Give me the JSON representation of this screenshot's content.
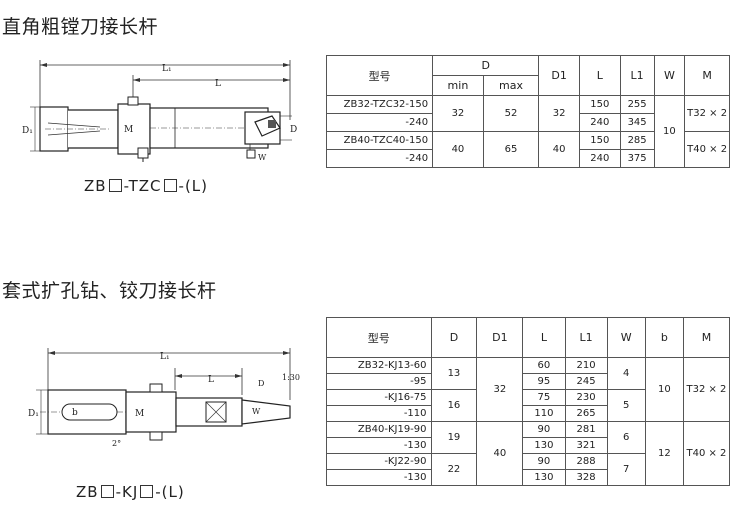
{
  "section1": {
    "heading": "直角粗镗刀接长杆",
    "caption_prefix": "ZB",
    "caption_mid": "-TZC",
    "caption_suffix": "-(L)",
    "drawing_labels": {
      "L1": "L₁",
      "L": "L",
      "D1": "D₁",
      "M": "M",
      "D": "D",
      "W": "W"
    },
    "table": {
      "headers": {
        "model": "型号",
        "D": "D",
        "D_min": "min",
        "D_max": "max",
        "D1": "D1",
        "L": "L",
        "L1": "L1",
        "W": "W",
        "M": "M"
      },
      "groups": [
        {
          "D_min": "32",
          "D_max": "52",
          "D1": "32",
          "M": "T32 × 2",
          "rows": [
            {
              "model": "ZB32-TZC32-150",
              "L": "150",
              "L1": "255"
            },
            {
              "model": "-240",
              "L": "240",
              "L1": "345"
            }
          ]
        },
        {
          "D_min": "40",
          "D_max": "65",
          "D1": "40",
          "M": "T40 × 2",
          "rows": [
            {
              "model": "ZB40-TZC40-150",
              "L": "150",
              "L1": "285"
            },
            {
              "model": "-240",
              "L": "240",
              "L1": "375"
            }
          ]
        }
      ],
      "W": "10"
    }
  },
  "section2": {
    "heading": "套式扩孔钻、铰刀接长杆",
    "caption_prefix": "ZB",
    "caption_mid": "-KJ",
    "caption_suffix": "-(L)",
    "drawing_labels": {
      "L1": "L₁",
      "L": "L",
      "D1": "D₁",
      "b": "b",
      "M": "M",
      "D": "D",
      "W": "W",
      "taper": "1:30",
      "angle": "2°"
    },
    "table": {
      "headers": {
        "model": "型号",
        "D": "D",
        "D1": "D1",
        "L": "L",
        "L1": "L1",
        "W": "W",
        "b": "b",
        "M": "M"
      },
      "rows": [
        {
          "model": "ZB32-KJ13-60",
          "L": "60",
          "L1": "210"
        },
        {
          "model": "-95",
          "L": "95",
          "L1": "245"
        },
        {
          "model": "-KJ16-75",
          "L": "75",
          "L1": "230"
        },
        {
          "model": "-110",
          "L": "110",
          "L1": "265"
        },
        {
          "model": "ZB40-KJ19-90",
          "L": "90",
          "L1": "281"
        },
        {
          "model": "-130",
          "L": "130",
          "L1": "321"
        },
        {
          "model": "-KJ22-90",
          "L": "90",
          "L1": "288"
        },
        {
          "model": "-130",
          "L": "130",
          "L1": "328"
        }
      ],
      "D_groups": [
        "13",
        "16",
        "19",
        "22"
      ],
      "W_groups": [
        "4",
        "5",
        "6",
        "7"
      ],
      "D1_groups": [
        "32",
        "40"
      ],
      "b_groups": [
        "10",
        "12"
      ],
      "M_groups": [
        "T32 × 2",
        "T40 × 2"
      ]
    }
  }
}
